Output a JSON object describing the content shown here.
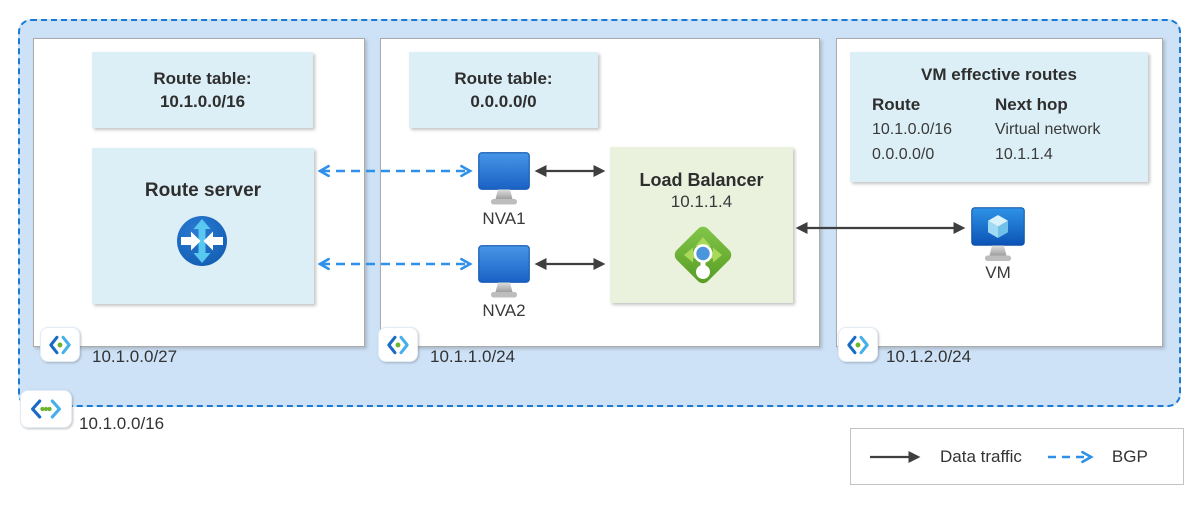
{
  "vnet": {
    "cidr_label": "10.1.0.0/16"
  },
  "subnet1": {
    "cidr_label": "10.1.0.0/27",
    "route_table": {
      "title": "Route table:",
      "cidr": "10.1.0.0/16"
    },
    "route_server": {
      "label": "Route server"
    }
  },
  "subnet2": {
    "cidr_label": "10.1.1.0/24",
    "route_table": {
      "title": "Route table:",
      "cidr": "0.0.0.0/0"
    },
    "nva1_label": "NVA1",
    "nva2_label": "NVA2",
    "load_balancer": {
      "title": "Load Balancer",
      "ip": "10.1.1.4"
    }
  },
  "subnet3": {
    "cidr_label": "10.1.2.0/24",
    "effective_routes": {
      "title": "VM effective routes",
      "col_route": "Route",
      "col_next_hop": "Next hop",
      "rows": [
        {
          "route": "10.1.0.0/16",
          "next_hop": "Virtual network"
        },
        {
          "route": "0.0.0.0/0",
          "next_hop": "10.1.1.4"
        }
      ]
    },
    "vm_label": "VM"
  },
  "legend": {
    "data_traffic": "Data traffic",
    "bgp": "BGP"
  },
  "icons": {
    "router": "route-server-router-icon",
    "nva": "network-virtual-appliance-monitor-icon",
    "load_balancer": "load-balancer-diamond-icon",
    "vm": "virtual-machine-monitor-icon",
    "subnet": "subnet-brackets-icon",
    "virtual_network": "virtual-network-brackets-icon"
  },
  "colors": {
    "vnet_fill": "#CDE1F7",
    "vnet_border": "#1A7AD4",
    "cyan_card": "#DCEFF6",
    "green_card": "#EAF2DD",
    "bgp_arrow": "#2E90E8",
    "data_arrow": "#3F3F3F"
  }
}
